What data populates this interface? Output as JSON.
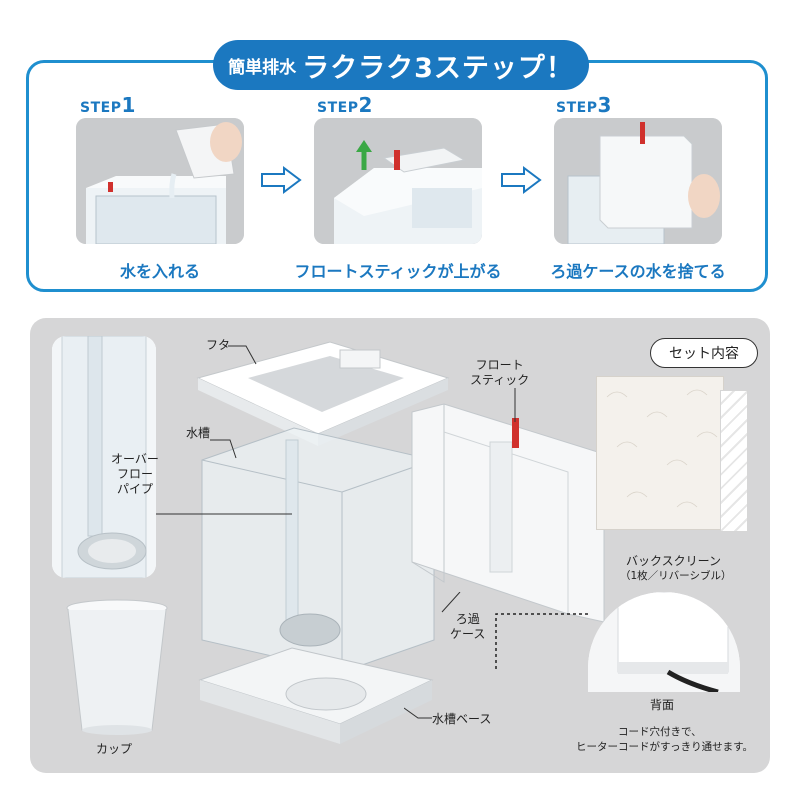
{
  "headline": {
    "small": "簡単排水",
    "big": "ラクラク3ステップ！"
  },
  "steps": [
    {
      "prefix": "STEP",
      "number": "1",
      "caption": "水を入れる"
    },
    {
      "prefix": "STEP",
      "number": "2",
      "caption": "フロートスティックが上がる"
    },
    {
      "prefix": "STEP",
      "number": "3",
      "caption": "ろ過ケースの水を捨てる"
    }
  ],
  "set_badge": "セット内容",
  "labels": {
    "lid": "フタ",
    "tank": "水槽",
    "overflow_1": "オーバー",
    "overflow_2": "フロー",
    "overflow_3": "パイプ",
    "float_1": "フロート",
    "float_2": "スティック",
    "filter_1": "ろ過",
    "filter_2": "ケース",
    "back_screen": "バックスクリーン",
    "back_screen_note": "（1枚／リバーシブル）",
    "cup": "カップ",
    "base": "水槽ベース",
    "back": "背面",
    "cord_note_1": "コード穴付きで、",
    "cord_note_2": "ヒーターコードがすっきり通せます。"
  },
  "colors": {
    "brand_blue": "#1b78c0",
    "panel_border": "#1f8fcf",
    "gray_panel": "#d6d6d7",
    "float_red": "#d0312d",
    "arrow_green": "#3aa845"
  }
}
